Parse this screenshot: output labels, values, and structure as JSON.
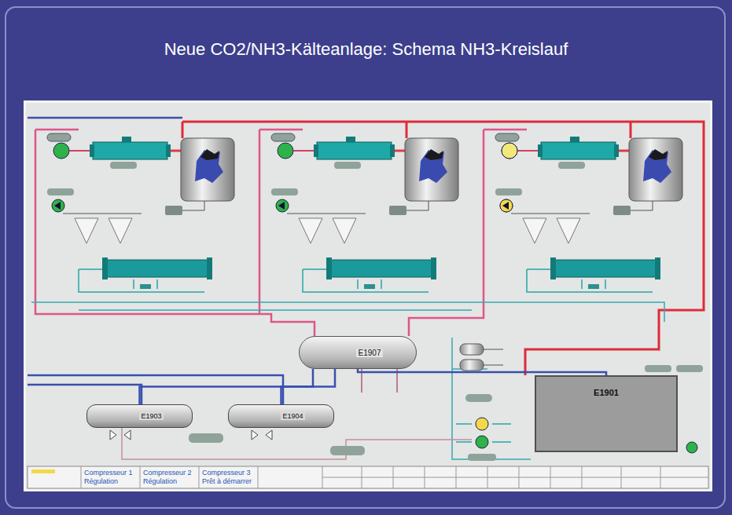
{
  "diagram": {
    "title": "Neue CO2/NH3-Kälteanlage: Schema NH3-Kreislauf",
    "nodes": [
      {
        "text": [
          "E1907"
        ]
      },
      {
        "text": [
          "E1903"
        ]
      },
      {
        "text": [
          "E1904"
        ]
      },
      {
        "text": [
          "E1901"
        ]
      }
    ],
    "edges": [
      {
        "from": 1,
        "to": 0,
        "arrow": "none"
      },
      {
        "from": 2,
        "to": 0,
        "arrow": "none"
      },
      {
        "from": 0,
        "to": 3,
        "arrow": "none"
      }
    ],
    "labels": [
      "Compresseur 1",
      "Régulation",
      "Compresseur 2",
      "Régulation",
      "Compresseur 3",
      "Prêt à démarrer"
    ]
  }
}
